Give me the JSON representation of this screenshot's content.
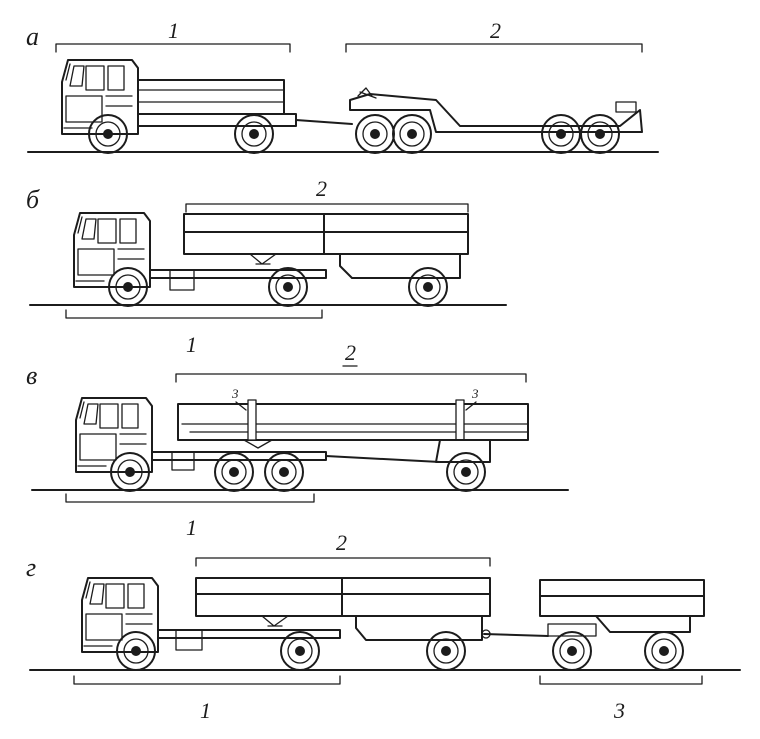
{
  "panels": [
    {
      "letter": "а",
      "tractor_label": "1",
      "trailer_label": "2"
    },
    {
      "letter": "б",
      "tractor_label": "1",
      "trailer_label": "2"
    },
    {
      "letter": "в",
      "tractor_label": "1",
      "trailer_label": "2",
      "stake_labels": [
        "3",
        "3"
      ]
    },
    {
      "letter": "г",
      "tractor_label": "1",
      "trailer_label": "2",
      "extra_trailer_label": "3"
    }
  ]
}
